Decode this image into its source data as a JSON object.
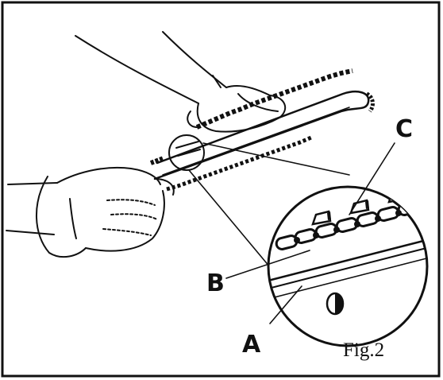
{
  "figure": {
    "caption": "Fig.2",
    "callouts": {
      "a": "A",
      "b": "B",
      "c": "C"
    }
  }
}
